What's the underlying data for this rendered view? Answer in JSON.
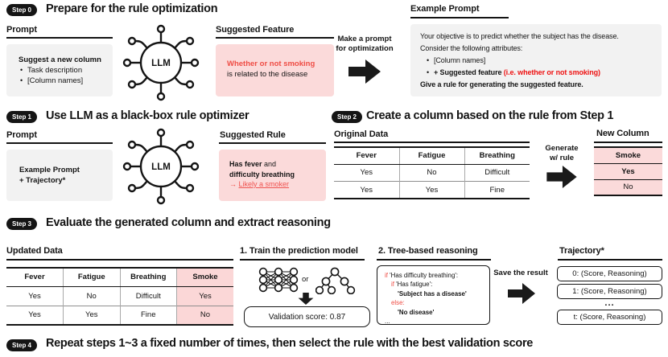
{
  "colors": {
    "pink_box": "#fbdada",
    "gray_box": "#f2f2f2",
    "red_soft": "#ef4d45",
    "red_bright": "#ee1111",
    "ink": "#141414"
  },
  "step0": {
    "badge": "Step 0",
    "title": "Prepare for the rule optimization",
    "prompt": {
      "heading": "Prompt",
      "title": "Suggest a new column",
      "bullets": [
        "Task description",
        "[Column names]"
      ]
    },
    "llm_label": "LLM",
    "suggested_feature": {
      "heading": "Suggested Feature",
      "red_line": "Whether or not smoking",
      "black_line": "is related to the disease"
    },
    "arrow_caption": {
      "line1": "Make a prompt",
      "line2": "for optimization"
    },
    "example_prompt": {
      "heading": "Example Prompt",
      "line1": "Your objective is to predict whether the subject has the disease.",
      "line2": "Consider the following attributes:",
      "bullet1": "[Column names]",
      "bullet2_bold": "+ Suggested feature",
      "bullet2_red": " (i.e. whether or not smoking)",
      "line3": "Give a rule for generating the suggested feature."
    }
  },
  "step1": {
    "badge": "Step 1",
    "title": "Use LLM as a black-box rule optimizer",
    "prompt": {
      "heading": "Prompt",
      "line1": "Example Prompt",
      "line2": "+ Trajectory*"
    },
    "llm_label": "LLM",
    "suggested_rule": {
      "heading": "Suggested Rule",
      "bold1": "Has fever",
      "reg1": " and",
      "bold2": "difficulty breathing",
      "arrow": "→ ",
      "link": "Likely a smoker"
    }
  },
  "step2": {
    "badge": "Step 2",
    "title": "Create a column based on the rule from Step 1",
    "original": {
      "heading": "Original Data",
      "headers": [
        "Fever",
        "Fatigue",
        "Breathing"
      ],
      "rows": [
        [
          "Yes",
          "No",
          "Difficult"
        ],
        [
          "Yes",
          "Yes",
          "Fine"
        ]
      ]
    },
    "arrow_caption": {
      "line1": "Generate",
      "line2": "w/ rule"
    },
    "new_column": {
      "heading": "New Column",
      "header": "Smoke",
      "rows": [
        "Yes",
        "No"
      ]
    }
  },
  "step3": {
    "badge": "Step 3",
    "title": "Evaluate the generated column and extract reasoning",
    "updated": {
      "heading": "Updated Data",
      "headers": [
        "Fever",
        "Fatigue",
        "Breathing",
        "Smoke"
      ],
      "rows": [
        [
          "Yes",
          "No",
          "Difficult",
          "Yes"
        ],
        [
          "Yes",
          "Yes",
          "Fine",
          "No"
        ]
      ]
    },
    "train": {
      "heading": "1. Train the prediction model",
      "or_label": "or",
      "validation_label": "Validation score: 0.87"
    },
    "reasoning": {
      "heading": "2. Tree-based reasoning",
      "code": {
        "l1_kw": "if",
        "l1_rest": " 'Has difficulty breathing':",
        "l2_kw": "if",
        "l2_rest": " 'Has fatigue':",
        "l3": "'Subject has a disease'",
        "l4_kw": "else:",
        "l5": "'No disease'",
        "l6": "..."
      }
    },
    "save_caption": "Save the result",
    "trajectory": {
      "heading": "Trajectory*",
      "items": [
        "0: (Score, Reasoning)",
        "1: (Score, Reasoning)",
        "t: (Score, Reasoning)"
      ],
      "ellipsis": "..."
    }
  },
  "step4": {
    "badge": "Step 4",
    "title": "Repeat steps 1~3 a fixed number of times, then select the rule with the best validation score"
  }
}
